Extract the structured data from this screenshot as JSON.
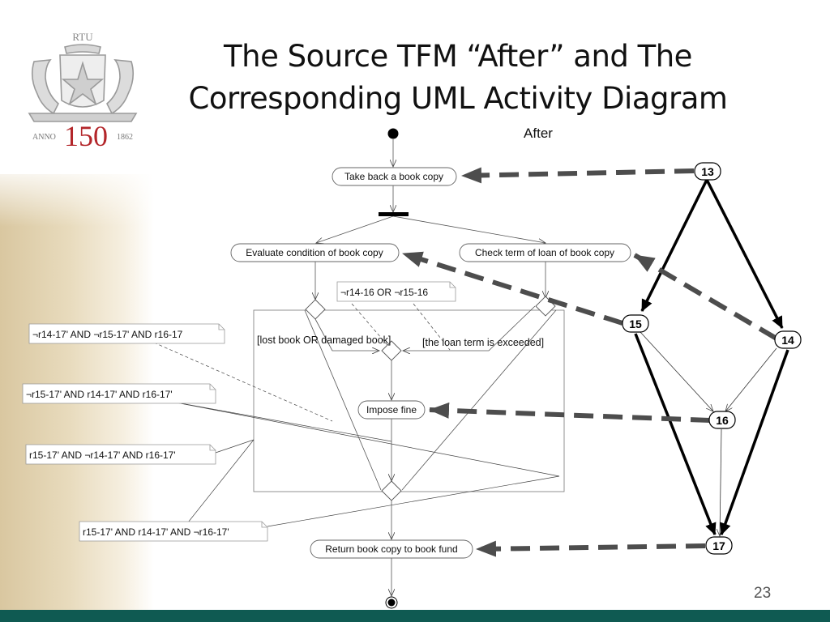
{
  "slide": {
    "title_line1": "The Source TFM “After” and The",
    "title_line2": "Corresponding UML Activity Diagram",
    "page_number": "23"
  },
  "logo": {
    "top_text": "RTU",
    "anno": "ANNO",
    "number": "150",
    "year": "1862"
  },
  "diagram": {
    "caption": "After",
    "actions": {
      "take_back": "Take back a book copy",
      "evaluate": "Evaluate condition of book copy",
      "check_term": "Check term of loan of book copy",
      "impose_fine": "Impose fine",
      "return_copy": "Return book copy to book fund"
    },
    "guards": {
      "lost_damaged": "[lost book OR damaged book]",
      "term_exceeded": "[the loan term is exceeded]"
    },
    "notes": {
      "n1": "¬r14-16 OR ¬r15-16",
      "n2": "¬r14-17' AND ¬r15-17' AND r16-17",
      "n3": "¬r15-17' AND  r14-17' AND r16-17'",
      "n4": "r15-17' AND ¬r14-17' AND r16-17'",
      "n5": "r15-17' AND r14-17' AND ¬r16-17'"
    },
    "tfm_nodes": {
      "n13": "13",
      "n14": "14",
      "n15": "15",
      "n16": "16",
      "n17": "17"
    }
  },
  "colors": {
    "dashed_arrow": "#4d4d4d",
    "footer_bar": "#0f5a52",
    "logo_red": "#b3262a",
    "logo_gold": "#c8a23c",
    "logo_green": "#2d6a45"
  }
}
